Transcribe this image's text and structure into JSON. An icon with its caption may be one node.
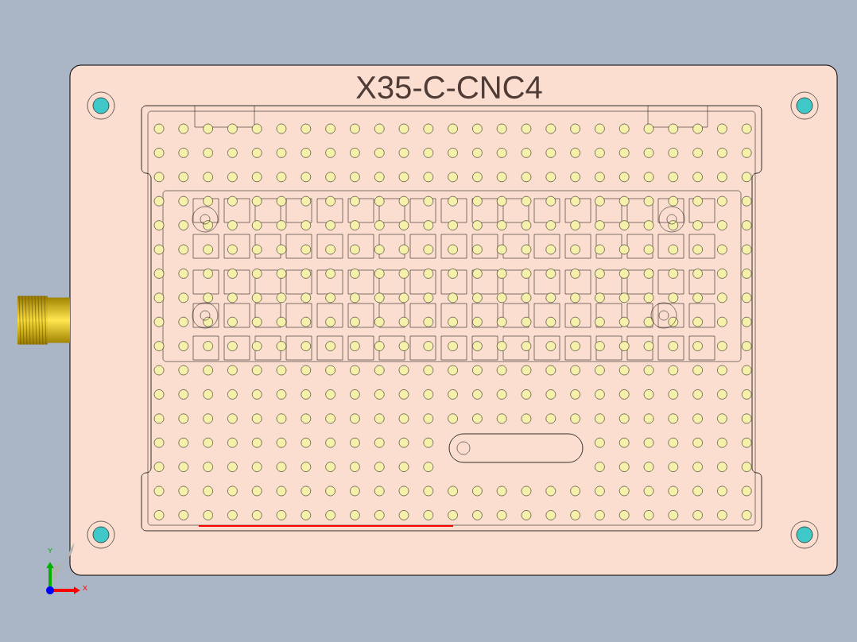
{
  "diagram": {
    "labels": [
      "X35-C-CNC4",
      "Y",
      "X"
    ]
  }
}
